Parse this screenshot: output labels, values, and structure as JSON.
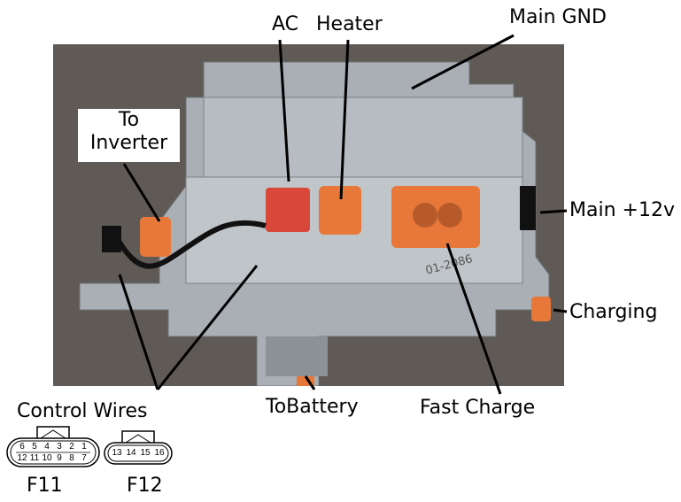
{
  "labels": {
    "ac": "AC",
    "heater": "Heater",
    "main_gnd": "Main GND",
    "to_inverter_1": "To",
    "to_inverter_2": "Inverter",
    "main_12v": "Main +12v",
    "charging": "Charging",
    "control_wires": "Control Wires",
    "to_battery": "ToBattery",
    "fast_charge": "Fast Charge",
    "photo_marking": "01-2086"
  },
  "connectors": {
    "f11": {
      "name": "F11",
      "top_pins": [
        "6",
        "5",
        "4",
        "3",
        "2",
        "1"
      ],
      "bottom_pins": [
        "12",
        "11",
        "10",
        "9",
        "8",
        "7"
      ]
    },
    "f12": {
      "name": "F12",
      "pins": [
        "13",
        "14",
        "15",
        "16"
      ]
    }
  },
  "colors": {
    "orange": "#e8783a",
    "red": "#d9463a",
    "metal": "#a9afb4"
  }
}
